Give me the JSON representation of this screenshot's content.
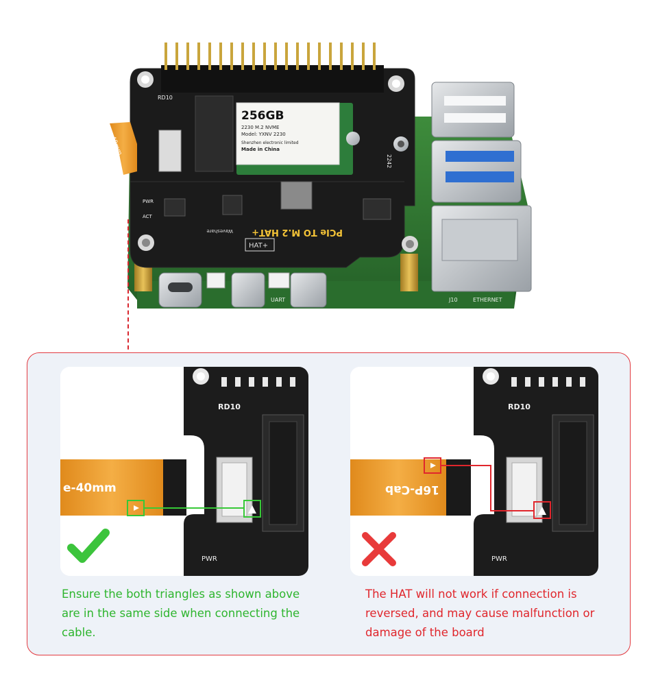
{
  "hero": {
    "ssd": {
      "capacity": "256GB",
      "line1": "2230 M.2 NVME",
      "line2": "Model: YXNV 2230",
      "line3": "Shenzhen electronic limited",
      "line4": "Made in China"
    },
    "board": {
      "title": "PCIe TO M.2 HAT+",
      "brand": "Waveshare",
      "hat_badge": "HAT+",
      "label_rd10": "RD10",
      "label_pwr": "PWR",
      "label_act": "ACT",
      "label_2242": "2242",
      "label_uart": "UART",
      "label_ethernet": "ETHERNET",
      "label_j10": "J10",
      "cable_label": "40mm"
    }
  },
  "comparison": {
    "good": {
      "cable_label": "e-40mm",
      "label_rd10": "RD10",
      "label_pwr": "PWR",
      "caption": "Ensure the both triangles as shown above are in the same side when connecting the cable."
    },
    "bad": {
      "cable_label": "16P-Cab",
      "label_rd10": "RD10",
      "label_pwr": "PWR",
      "caption": "The HAT will not work if connection is reversed, and may cause malfunction or damage of the board"
    }
  },
  "colors": {
    "accent_red": "#e23a40",
    "good_green": "#2eb52e",
    "bad_red": "#e0262c",
    "board_black": "#1b1b1b",
    "pcb_green": "#2f7d32",
    "cable_orange": "#f0a030"
  }
}
